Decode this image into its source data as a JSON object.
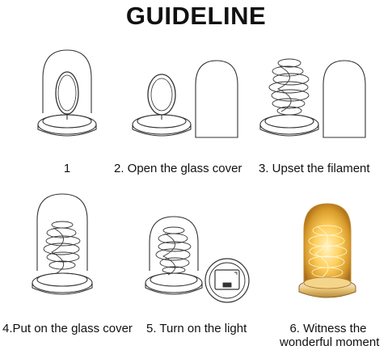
{
  "title": "GUIDELINE",
  "steps": [
    {
      "label": "1"
    },
    {
      "label": "2. Open the glass cover"
    },
    {
      "label": "3. Upset the filament"
    },
    {
      "label": "4.Put on the glass cover"
    },
    {
      "label": "5. Turn on the light"
    },
    {
      "label_line1": "6. Witness the",
      "label_line2": "wonderful moment"
    }
  ],
  "colors": {
    "line": "#333333",
    "glow": "#ffcf5c",
    "warm": "#c89134"
  }
}
